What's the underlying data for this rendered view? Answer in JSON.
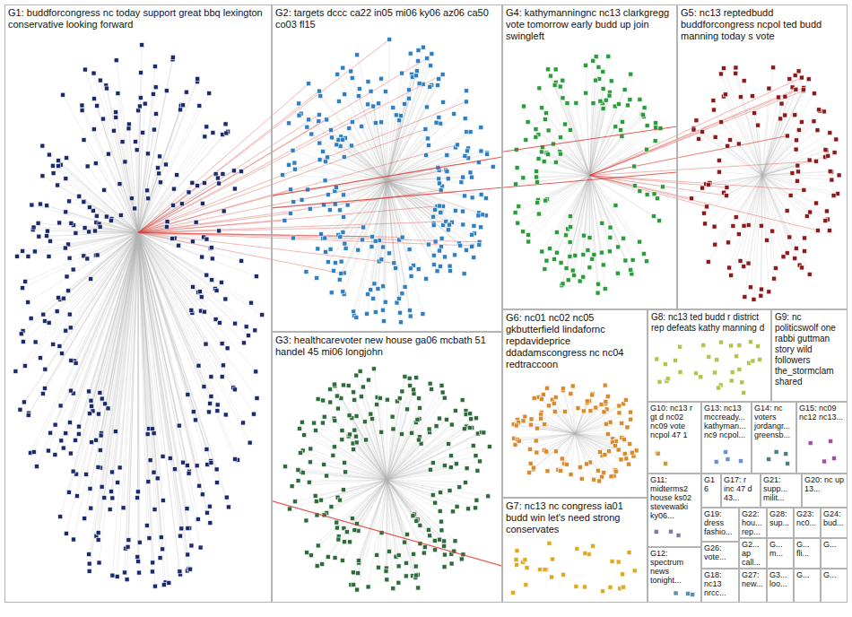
{
  "diagram": {
    "nodes": [
      {
        "text": [
          "G1: buddforcongress nc today support great bbq lexington conservative looking forward"
        ]
      },
      {
        "text": [
          "G2: targets dccc ca22 in05 mi06 ky06 az06 ca50 co03 fl15"
        ]
      },
      {
        "text": [
          "G4: kathymanningnc nc13 clarkgregg vote tomorrow early budd up join swingleft"
        ]
      },
      {
        "text": [
          "G5: nc13 reptedbudd buddforcongress ncpol ted budd manning today s vote"
        ]
      },
      {
        "text": [
          "G3: healthcarevoter new house ga06 mcbath 51 handel 45 mi06 longjohn"
        ]
      },
      {
        "text": [
          "G6: nc01 nc02 nc05 gkbutterfield lindafornc repdavideprice ddadamscongress nc nc04 redtraccoon"
        ]
      },
      {
        "text": [
          "G8: nc13 ted budd r district rep defeats kathy manning d"
        ]
      },
      {
        "text": [
          "G9: nc politicswolf one rabbi guttman story wild followers the_stormclam shared"
        ]
      },
      {
        "text": [
          "G10: nc13 r gt d nc02 nc09 vote ncpol 47 1"
        ]
      },
      {
        "text": [
          "G13: nc13 mccready... kathyman... nc9 ncpol..."
        ]
      },
      {
        "text": [
          "G14: nc voters jordangr... greensb..."
        ]
      },
      {
        "text": [
          "G15: nc09 nc12 nc13..."
        ]
      },
      {
        "text": [
          "G11: midterms2 house ks02 stevewatki ky06..."
        ]
      },
      {
        "text": [
          "G16"
        ]
      },
      {
        "text": [
          "G17: r inc 47 d 43..."
        ]
      },
      {
        "text": [
          "G21: supp... milit..."
        ]
      },
      {
        "text": [
          "G20: nc up 13..."
        ]
      },
      {
        "text": [
          "G7: nc13 nc congress ia01 budd win let's need strong conservates"
        ]
      },
      {
        "text": [
          "G19: dress fashio..."
        ]
      },
      {
        "text": [
          "G22: hou... rep..."
        ]
      },
      {
        "text": [
          "G28: sup..."
        ]
      },
      {
        "text": [
          "G23: nc0..."
        ]
      },
      {
        "text": [
          "G24: bud..."
        ]
      },
      {
        "text": [
          "G12: spectrum news tonight..."
        ]
      },
      {
        "text": [
          "G26: vote..."
        ]
      },
      {
        "text": [
          "G2... ap call..."
        ]
      },
      {
        "text": [
          "G... m..."
        ]
      },
      {
        "text": [
          "G... fli..."
        ]
      },
      {
        "text": [
          "G..."
        ]
      },
      {
        "text": [
          "G18: nc13 nrcc..."
        ]
      },
      {
        "text": [
          "G27: new..."
        ]
      },
      {
        "text": [
          "G3... loo..."
        ]
      },
      {
        "text": [
          "G..."
        ]
      },
      {
        "text": [
          "G..."
        ]
      }
    ],
    "edges": [
      {
        "from": 0,
        "to": 2,
        "arrow": "none"
      },
      {
        "from": 0,
        "to": 3,
        "arrow": "none"
      },
      {
        "from": 0,
        "to": 17,
        "arrow": "none"
      },
      {
        "from": 1,
        "to": 3,
        "arrow": "none"
      }
    ]
  }
}
